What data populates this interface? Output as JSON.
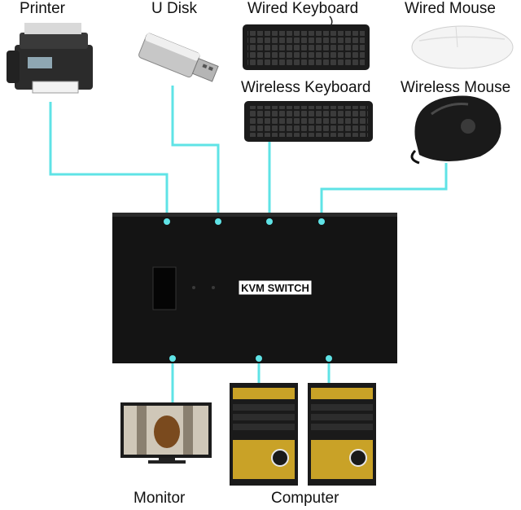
{
  "labels": {
    "printer": "Printer",
    "u_disk": "U Disk",
    "wired_keyboard": "Wired Keyboard",
    "wired_mouse": "Wired Mouse",
    "wireless_keyboard": "Wireless Keyboard",
    "wireless_mouse": "Wireless Mouse",
    "monitor": "Monitor",
    "computer": "Computer"
  },
  "switch": {
    "label": "KVM SWITCH"
  },
  "colors": {
    "connector": "#5fe3e6",
    "switch_body": "#141414",
    "computer_accent": "#c9a227"
  }
}
